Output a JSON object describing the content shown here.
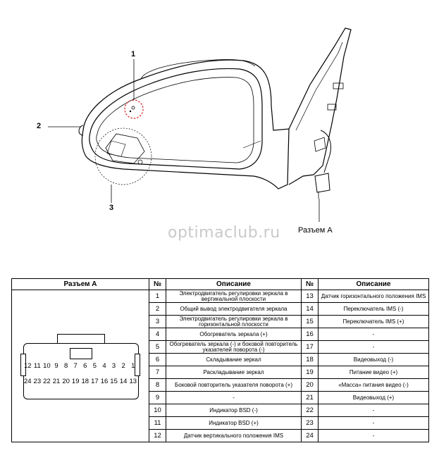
{
  "figure": {
    "callouts": [
      "1",
      "2",
      "3"
    ],
    "watermark": "optimaclub.ru",
    "connector_label": "Разъем А"
  },
  "table": {
    "headers": [
      "Разъем А",
      "№",
      "Описание",
      "№",
      "Описание"
    ],
    "connector": {
      "row_top": [
        "12",
        "11",
        "10",
        "9",
        "8",
        "7",
        "6",
        "5",
        "4",
        "3",
        "2",
        "1"
      ],
      "row_bottom": [
        "24",
        "23",
        "22",
        "21",
        "20",
        "19",
        "18",
        "17",
        "16",
        "15",
        "14",
        "13"
      ]
    },
    "rows": [
      {
        "n1": "1",
        "d1": "Электродвигатель регулировки зеркала в вертикальной плоскости",
        "n2": "13",
        "d2": "Датчик горизонтального положения IMS"
      },
      {
        "n1": "2",
        "d1": "Общий вывод электродвигателя зеркала",
        "n2": "14",
        "d2": "Переключатель IMS (-)"
      },
      {
        "n1": "3",
        "d1": "Электродвигатель регулировки зеркала в горизонтальной плоскости",
        "n2": "15",
        "d2": "Переключатель IMS (+)"
      },
      {
        "n1": "4",
        "d1": "Обогреватель зеркала (+)",
        "n2": "16",
        "d2": "-"
      },
      {
        "n1": "5",
        "d1": "Обогреватель зеркала (-) и боковой повторитель указателей поворота (-)",
        "n2": "17",
        "d2": "-"
      },
      {
        "n1": "6",
        "d1": "Складывание зеркал",
        "n2": "18",
        "d2": "Видеовыход (-)"
      },
      {
        "n1": "7",
        "d1": "Раскладывание зеркал",
        "n2": "19",
        "d2": "Питание видео (+)"
      },
      {
        "n1": "8",
        "d1": "Боковой повторитель указателя поворота (+)",
        "n2": "20",
        "d2": "«Масса» питания видео (-)"
      },
      {
        "n1": "9",
        "d1": "-",
        "n2": "21",
        "d2": "Видеовыход (+)"
      },
      {
        "n1": "10",
        "d1": "Индикатор BSD (-)",
        "n2": "22",
        "d2": "-"
      },
      {
        "n1": "11",
        "d1": "Индикатор BSD (+)",
        "n2": "23",
        "d2": "-"
      },
      {
        "n1": "12",
        "d1": "Датчик вертикального положения IMS",
        "n2": "24",
        "d2": "-"
      }
    ]
  }
}
